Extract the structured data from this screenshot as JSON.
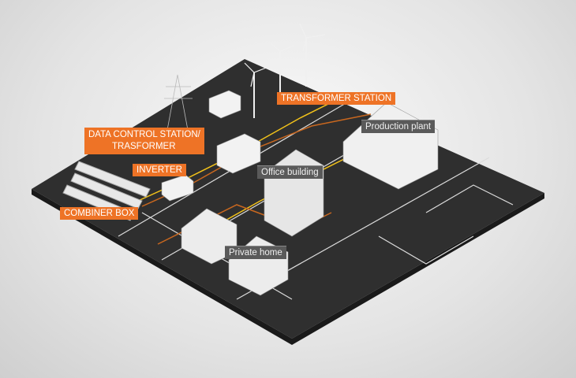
{
  "labels": {
    "transformer_station": "TRANSFORMER STATION",
    "data_control_line1": "DATA CONTROL STATION/",
    "data_control_line2": "TRASFORMER",
    "inverter": "INVERTER",
    "combiner_box": "COMBINER BOX",
    "production_plant": "Production plant",
    "office_building": "Office building",
    "private_home": "Private home"
  },
  "colors": {
    "accent": "#ee7326",
    "cable": "#f2c21a",
    "ground": "#2e2e2e",
    "label_gray": "#5a5a5a"
  }
}
